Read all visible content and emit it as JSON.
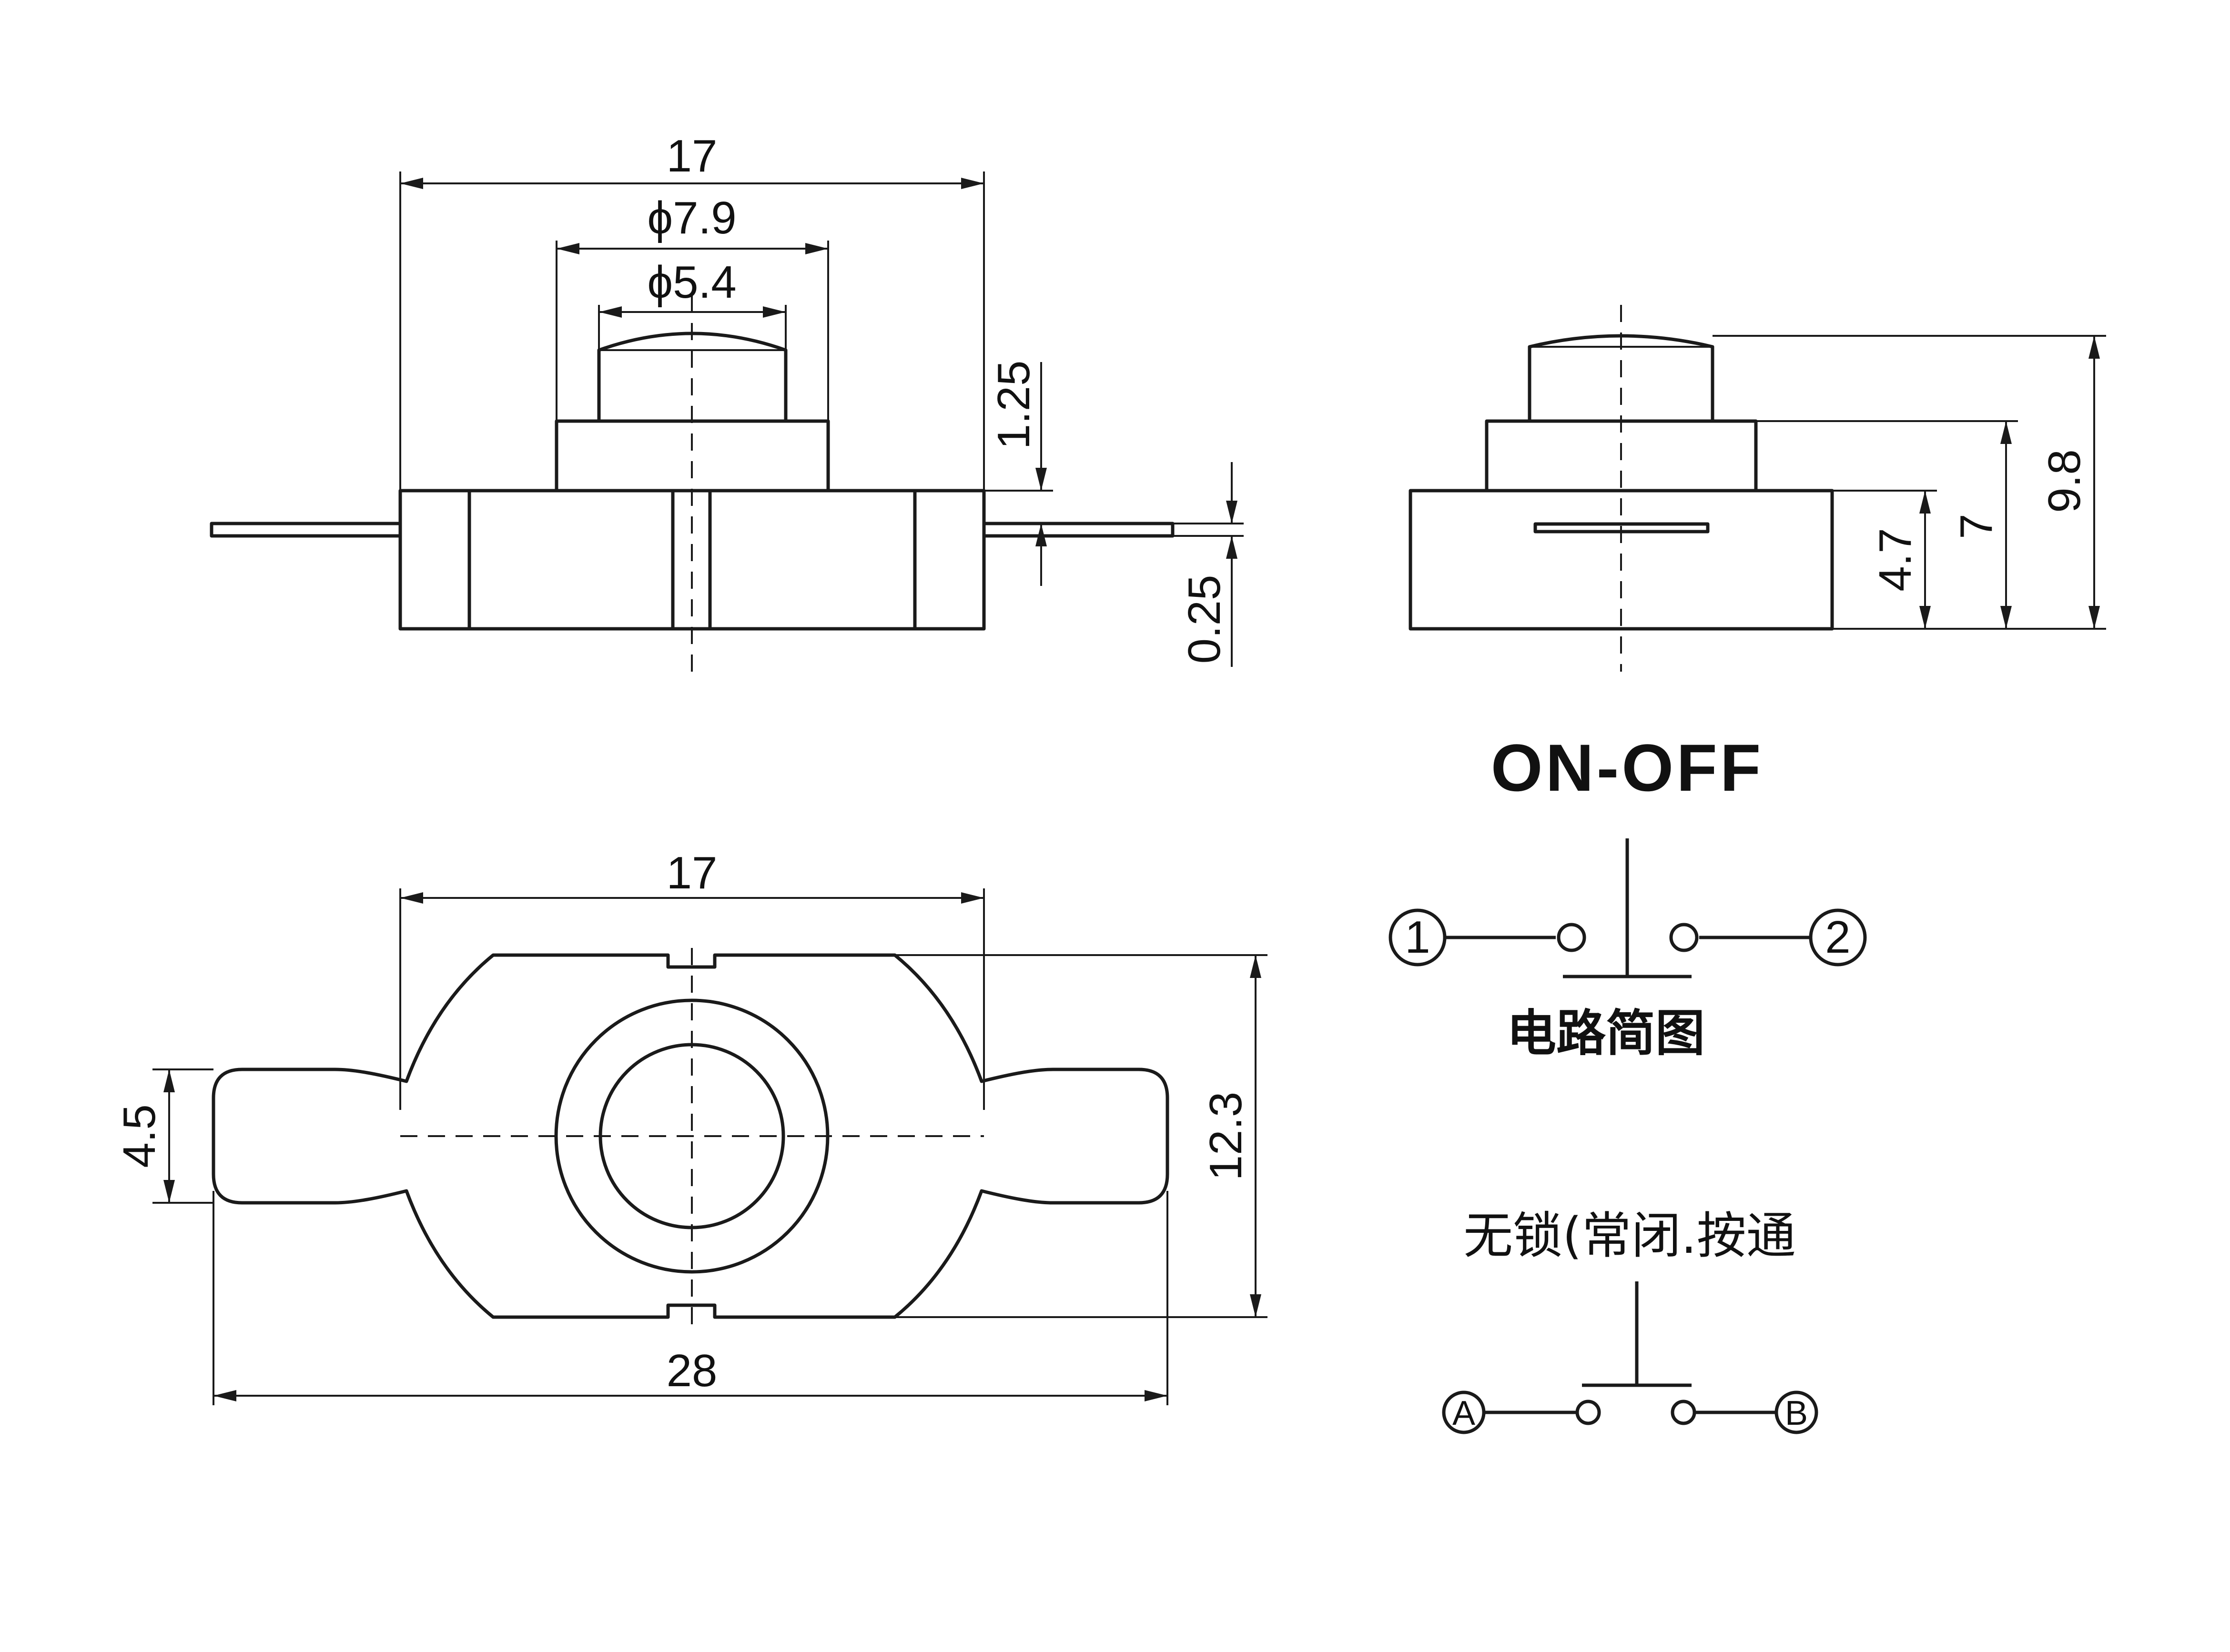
{
  "front_view": {
    "dim_width": "17",
    "dim_phi_outer": "ϕ7.9",
    "dim_phi_inner": "ϕ5.4",
    "dim_step": "1.25",
    "dim_terminal": "0.25"
  },
  "side_view": {
    "dim_body": "4.7",
    "dim_collar": "7",
    "dim_total": "9.8"
  },
  "top_view": {
    "dim_width": "17",
    "dim_overall": "28",
    "dim_tab": "4.5",
    "dim_height": "12.3"
  },
  "circuit_on_off": {
    "title": "ON-OFF",
    "terminal_1": "1",
    "terminal_2": "2",
    "caption": "电路简图"
  },
  "circuit_momentary": {
    "caption": "无锁(常闭.按通",
    "terminal_a": "A",
    "terminal_b": "B"
  }
}
